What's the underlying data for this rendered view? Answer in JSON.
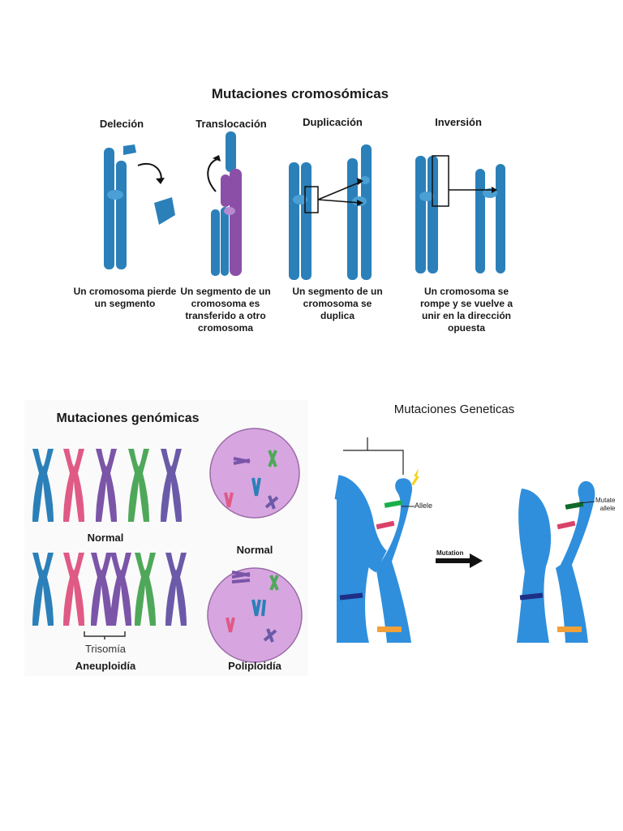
{
  "cromosomicas": {
    "title": "Mutaciones cromosómicas",
    "types": [
      {
        "label": "Deleción",
        "caption_lines": [
          "Un cromosoma pierde",
          "un segmento"
        ]
      },
      {
        "label": "Translocación",
        "caption_lines": [
          "Un segmento de un",
          "cromosoma es",
          "transferido a otro",
          "cromosoma"
        ]
      },
      {
        "label": "Duplicación",
        "caption_lines": [
          "Un segmento de un",
          "cromosoma se",
          "duplica"
        ]
      },
      {
        "label": "Inversión",
        "caption_lines": [
          "Un cromosoma se",
          "rompe y se vuelve a",
          "unir en la dirección",
          "opuesta"
        ]
      }
    ]
  },
  "genomicas": {
    "title": "Mutaciones genómicas",
    "normal_label": "Normal",
    "cell_normal_label": "Normal",
    "trisomia_label": "Trisomía",
    "aneuploidia_label": "Aneuploidía",
    "poliploidia_label": "Poliploidía"
  },
  "geneticas": {
    "title": "Mutaciones Geneticas",
    "allele_label": "Allele",
    "mutation_label": "Mutation",
    "mutated_label_1": "Mutate",
    "mutated_label_2": "allele"
  },
  "colors": {
    "chromosome_blue": "#2b80b9",
    "translocation_purple": "#8b4fa8",
    "pink": "#e05a86",
    "purple": "#7b55a8",
    "green": "#4fa85a",
    "violet": "#6b5aa8",
    "cell_fill": "#d7a6e0",
    "gene_blue": "#2f8fdc",
    "band_green": "#19b04a",
    "band_red": "#d9426a",
    "band_navy": "#1e2f86",
    "band_orange": "#f2a03a"
  }
}
